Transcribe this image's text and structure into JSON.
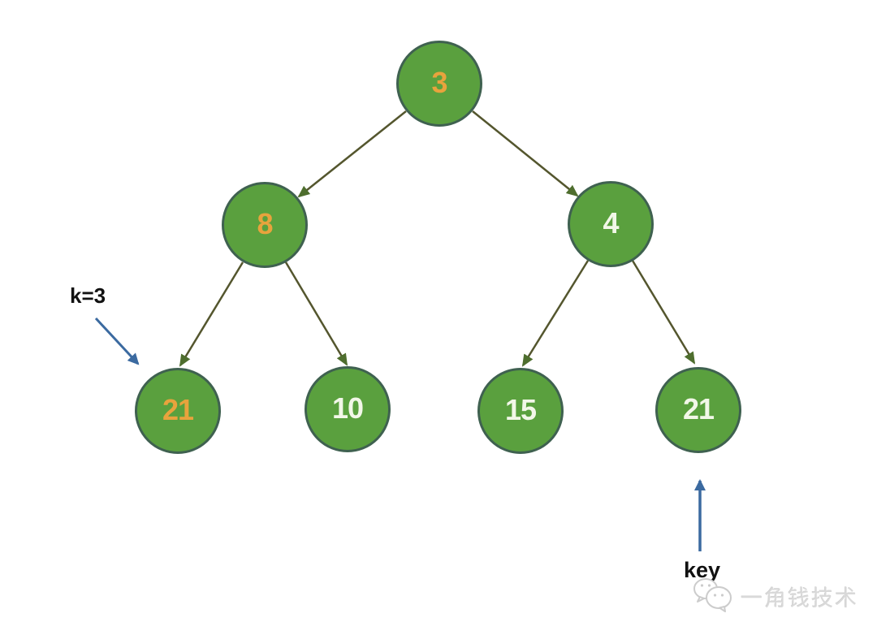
{
  "diagram": {
    "type": "binary-tree",
    "colors": {
      "background": "#ffffff",
      "node_fill": "#5aa03e",
      "node_border": "#3f6150",
      "edge": "#54562e",
      "edge_arrowhead": "#4e6e2e",
      "annotation_arrow": "#3b6aa0",
      "value_orange": "#e8a33d",
      "value_white": "#f2f7e8",
      "watermark_gray": "#d9d9d9"
    },
    "nodes": [
      {
        "value": "3",
        "level": 0,
        "position": "root",
        "text_color": "orange"
      },
      {
        "value": "8",
        "level": 1,
        "position": "left-child",
        "text_color": "orange"
      },
      {
        "value": "4",
        "level": 1,
        "position": "right-child",
        "text_color": "white"
      },
      {
        "value": "21",
        "level": 2,
        "position": "leaf-1",
        "text_color": "orange"
      },
      {
        "value": "10",
        "level": 2,
        "position": "leaf-2",
        "text_color": "white"
      },
      {
        "value": "15",
        "level": 2,
        "position": "leaf-3",
        "text_color": "white"
      },
      {
        "value": "21",
        "level": 2,
        "position": "leaf-4",
        "text_color": "white"
      }
    ],
    "edges": [
      {
        "from": "3",
        "to": "8"
      },
      {
        "from": "3",
        "to": "4"
      },
      {
        "from": "8",
        "to": "21"
      },
      {
        "from": "8",
        "to": "10"
      },
      {
        "from": "4",
        "to": "15"
      },
      {
        "from": "4",
        "to": "21"
      }
    ],
    "annotations": [
      {
        "label": "k=3",
        "points_to": "left leaf 21"
      },
      {
        "label": "key",
        "points_to": "right leaf 21"
      }
    ],
    "watermark": {
      "text": "一角钱技术",
      "icon": "wechat-icon"
    }
  }
}
